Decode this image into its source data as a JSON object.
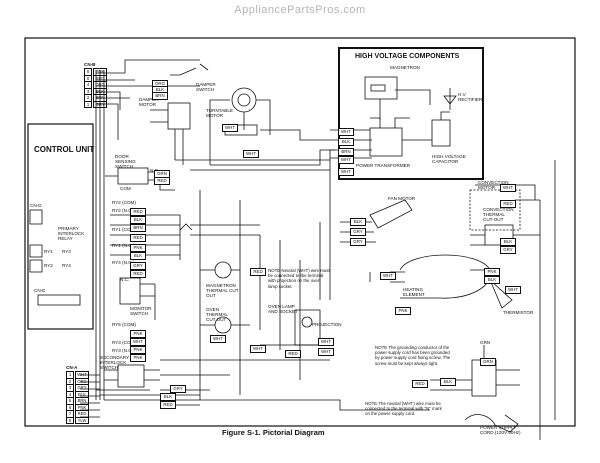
{
  "watermark": "AppliancePartsPros.com",
  "control_unit": "CONTROL UNIT",
  "hv_title": "HIGH VOLTAGE COMPONENTS",
  "caption": "Figure S-1. Pictorial Diagram",
  "cn_b": {
    "title": "CN-B",
    "pins": [
      "6",
      "5",
      "4",
      "3",
      "2",
      "1"
    ],
    "wires": [
      "PNK",
      "RED",
      "ORG",
      "BLK",
      "BRN",
      "GRY"
    ]
  },
  "cn_a": {
    "title": "CN-A",
    "pins": [
      "1",
      "2",
      "3",
      "4",
      "5",
      "6",
      "7",
      "8"
    ],
    "wires": [
      "WHT",
      "ORG",
      "GRY",
      "BLK",
      "BRN",
      "PNK",
      "RED",
      "YLW"
    ]
  },
  "components": {
    "damper_switch": "DAMPER SWITCH",
    "damper_motor": "DAMPER MOTOR",
    "turntable_motor": "TURNTABLE MOTOR",
    "door_sensing": "DOOR SENSING SWITCH",
    "magnetron": "MAGNETRON",
    "hv_rectifier": "H.V RECTIFIER",
    "power_transformer": "POWER TRANSFORMER",
    "hv_capacitor": "HIGH VOLTAGE CAPACITOR",
    "convection_motor": "CONVECTION MOTOR",
    "fan_motor": "FAN MOTOR",
    "conv_thermal": "CONVECTION THERMAL CUT-OUT",
    "primary_interlock": "PRIMARY INTERLOCK RELAY",
    "monitor_switch": "MONITOR SWITCH",
    "mag_thermal": "MAGNETRON THERMAL CUT OUT",
    "oven_thermal": "OVEN THERMAL CUT OUT",
    "oven_lamp": "OVEN LAMP AND SOCKET",
    "projection": "PROJECTION",
    "heating_element": "HEATING ELEMENT",
    "thermistor": "THERMISTOR",
    "secondary_interlock": "SECONDARY INTERLOCK SWITCH",
    "power_cord": "POWER SUPPLY CORD (120V 60Hz)",
    "grn": "GRN",
    "cn_d": "CN-D",
    "cn_e": "CN-E",
    "ry1": "RY1",
    "ry2": "RY2",
    "ry3": "RY3",
    "ry4": "RY4",
    "ry2_no": "RY2 (N.O.)",
    "ry2_com": "RY2 (COM)",
    "ry1_no": "RY1 (N.O.)",
    "ry1_com": "RY1 (COM)",
    "ry4_no": "RY4 (N.O.)",
    "ry5_com": "RY5 (COM)",
    "ry3_com": "RY3 (COM)",
    "ry3_no": "RY3 (N.O.)",
    "no": "N.O.",
    "com": "COM",
    "nc": "N.C."
  },
  "notes": {
    "neutral_top": "NOTE Neutral (WHT) wire must be connected to the terminal with projection on the oven lamp socket.",
    "grounding": "NOTE The grounding conductor of the power supply cord has been grounded by power supply cord fixing screw. The screw must be kept always tight.",
    "neutral_bottom": "NOTE The neutral (WHT) wire must be connected to the terminal with \"N\" mark on the power supply cord."
  },
  "wire_labels": [
    "ORG",
    "BLK",
    "BRN",
    "WHT",
    "GRN",
    "RED",
    "WHT",
    "WHT",
    "BLK",
    "BRN",
    "WHT",
    "WHT",
    "BLK",
    "GRY",
    "GRY",
    "RED",
    "WHT",
    "BLK",
    "GRY",
    "RED",
    "BLK",
    "BRN",
    "RED",
    "PNK",
    "BLK",
    "GRY",
    "RED",
    "PNK",
    "WHT",
    "PNK",
    "PNK",
    "WHT",
    "RED",
    "WHT",
    "WHT",
    "WHT",
    "GRY",
    "BLK",
    "RED",
    "RED",
    "WHT",
    "GRN",
    "PNK",
    "BLK",
    "WHT",
    "BLK",
    "RED",
    "PNK"
  ]
}
